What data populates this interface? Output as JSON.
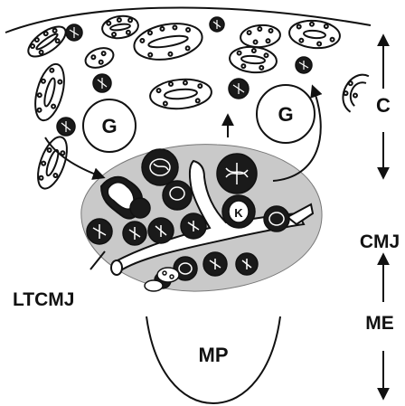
{
  "labels": {
    "g_left": "G",
    "g_right": "G",
    "c": "C",
    "cmj": "CMJ",
    "me": "ME",
    "ltcmj": "LTCMJ",
    "mp": "MP"
  },
  "colors": {
    "ink": "#111111",
    "junction_fill": "#c9c9c9",
    "cell_dark": "#1a1a1a",
    "paper": "#ffffff"
  }
}
